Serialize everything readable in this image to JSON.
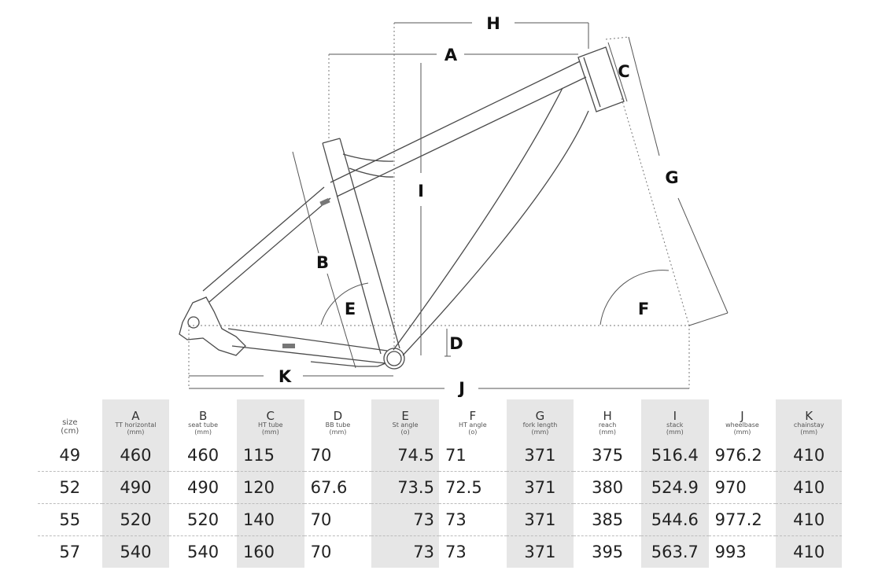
{
  "dimension_letters": {
    "a": "A",
    "b": "B",
    "c": "C",
    "d": "D",
    "e": "E",
    "f": "F",
    "g": "G",
    "h": "H",
    "i": "I",
    "j": "J",
    "k": "K"
  },
  "table": {
    "header": [
      {
        "letter": "",
        "desc": "size",
        "unit": "(cm)"
      },
      {
        "letter": "A",
        "desc": "TT horizontal",
        "unit": "(mm)"
      },
      {
        "letter": "B",
        "desc": "seat tube",
        "unit": "(mm)"
      },
      {
        "letter": "C",
        "desc": "HT tube",
        "unit": "(mm)"
      },
      {
        "letter": "D",
        "desc": "BB tube",
        "unit": "(mm)"
      },
      {
        "letter": "E",
        "desc": "St angle",
        "unit": "(o)"
      },
      {
        "letter": "F",
        "desc": "HT angle",
        "unit": "(o)"
      },
      {
        "letter": "G",
        "desc": "fork length",
        "unit": "(mm)"
      },
      {
        "letter": "H",
        "desc": "reach",
        "unit": "(mm)"
      },
      {
        "letter": "I",
        "desc": "stack",
        "unit": "(mm)"
      },
      {
        "letter": "J",
        "desc": "wheelbase",
        "unit": "(mm)"
      },
      {
        "letter": "K",
        "desc": "chainstay",
        "unit": "(mm)"
      }
    ],
    "rows": [
      [
        "49",
        "460",
        "460",
        "115",
        "70",
        "74.5",
        "71",
        "371",
        "375",
        "516.4",
        "976.2",
        "410"
      ],
      [
        "52",
        "490",
        "490",
        "120",
        "67.6",
        "73.5",
        "72.5",
        "371",
        "380",
        "524.9",
        "970",
        "410"
      ],
      [
        "55",
        "520",
        "520",
        "140",
        "70",
        "73",
        "73",
        "371",
        "385",
        "544.6",
        "977.2",
        "410"
      ],
      [
        "57",
        "540",
        "540",
        "160",
        "70",
        "73",
        "73",
        "371",
        "395",
        "563.7",
        "993",
        "410"
      ]
    ]
  }
}
